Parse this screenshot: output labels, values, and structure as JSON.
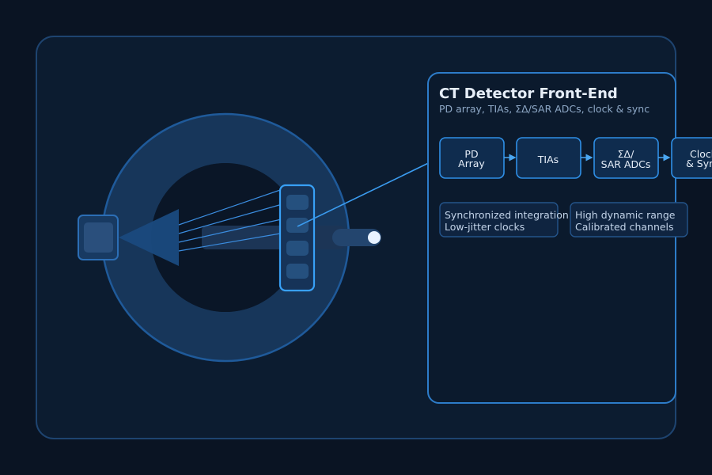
{
  "panel": {
    "title": "CT Detector Front-End",
    "subtitle": "PD array, TIAs, ΣΔ/SAR ADCs, clock & sync"
  },
  "pipeline": [
    {
      "line1": "PD",
      "line2": "Array"
    },
    {
      "line1": "TIAs",
      "line2": ""
    },
    {
      "line1": "ΣΔ/",
      "line2": "SAR ADCs"
    },
    {
      "line1": "Clock",
      "line2": "& Sync"
    }
  ],
  "features": [
    {
      "line1": "Synchronized integration",
      "line2": "Low-jitter clocks"
    },
    {
      "line1": "High dynamic range",
      "line2": "Calibrated channels"
    }
  ],
  "colors": {
    "background": "#0a1423",
    "frame": "#0c1c30",
    "accent": "#2f8fe6",
    "gantry": "#17365a",
    "text": "#e6eef8",
    "subtext": "#8ea8c6"
  }
}
